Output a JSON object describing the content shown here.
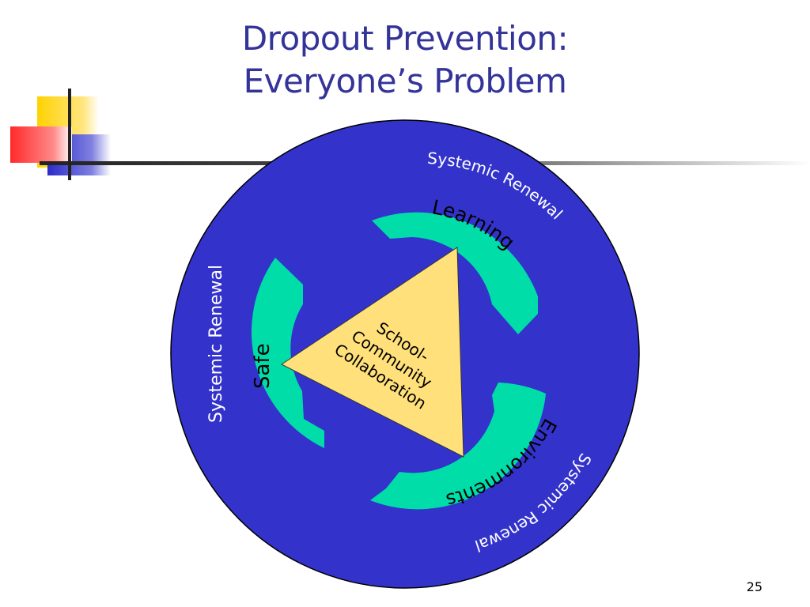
{
  "slide": {
    "title_line1": "Dropout Prevention:",
    "title_line2": "Everyone’s Problem",
    "page_number": "25"
  },
  "diagram": {
    "outer_label_top": "Systemic Renewal",
    "outer_label_left": "Systemic Renewal",
    "outer_label_bottom": "Systemic Renewal",
    "arc_labels": {
      "top": "Learning",
      "left": "Safe",
      "bottom": "Environments"
    },
    "center_lines": [
      "School-",
      "Community",
      "Collaboration"
    ]
  },
  "colors": {
    "title": "#333399",
    "circle": "#3333CC",
    "arcs": "#00DDA8",
    "triangle": "#FFE07A",
    "deco_yellow": "#FFD700",
    "deco_red": "#FF3333",
    "deco_blue": "#3333CC"
  }
}
